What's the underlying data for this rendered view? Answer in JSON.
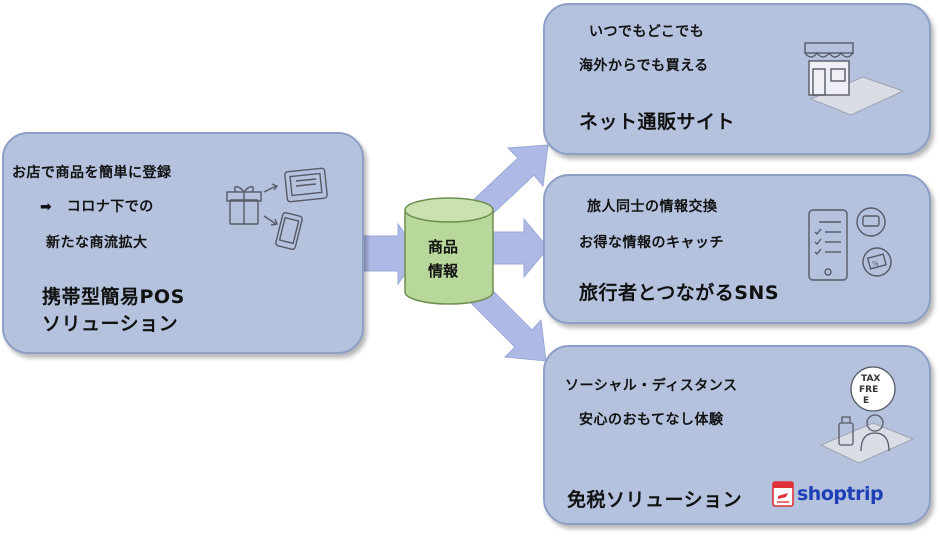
{
  "left_box": {
    "line1": "お店で商品を簡単に登録",
    "line2": "➡　コロナ下での",
    "line3": "新たな商流拡大",
    "title1": "携帯型簡易POS",
    "title2": "ソリューション"
  },
  "center": {
    "line1": "商品",
    "line2": "情報"
  },
  "box_net": {
    "line1": "いつでもどこでも",
    "line2": "海外からでも買える",
    "title": "ネット通販サイト"
  },
  "box_sns": {
    "line1": "旅人同士の情報交換",
    "line2": "お得な情報のキャッチ",
    "title": "旅行者とつながるSNS"
  },
  "box_tax": {
    "line1": "ソーシャル・ディスタンス",
    "line2": "安心のおもてなし体験",
    "title": "免税ソリューション",
    "logo_text": "shoptrip",
    "taxfree_label": "TAX FREE"
  },
  "colors": {
    "box_fill": "#b4c2de",
    "box_border": "#8d9fc6",
    "arrow_fill": "#aeb9e6",
    "cylinder_fill": "#b8d79a",
    "cylinder_stroke": "#6f8f4f",
    "logo_blue": "#1e3fb7",
    "logo_red": "#e0303a"
  },
  "icons": [
    "gift-to-devices-icon",
    "storefront-icon",
    "phone-checklist-icon",
    "tax-free-icon",
    "shoptrip-logo-icon"
  ]
}
